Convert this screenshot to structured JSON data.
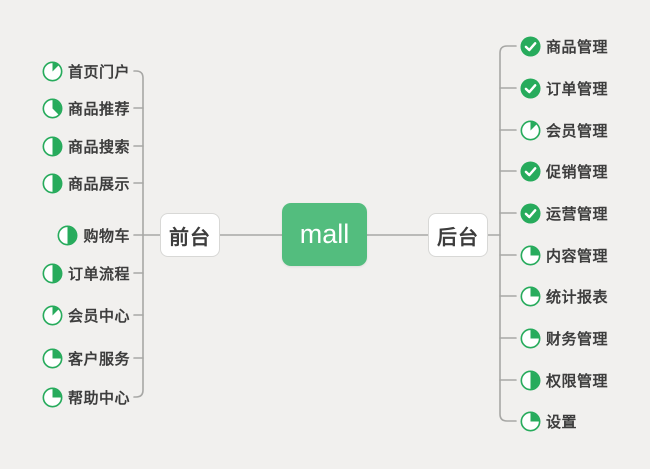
{
  "center": {
    "label": "mall"
  },
  "left_branch": {
    "label": "前台",
    "items": [
      {
        "label": "首页门户",
        "icon": "progress-1-8"
      },
      {
        "label": "商品推荐",
        "icon": "progress-3-8"
      },
      {
        "label": "商品搜索",
        "icon": "progress-1-2"
      },
      {
        "label": "商品展示",
        "icon": "progress-1-2"
      },
      {
        "label": "购物车",
        "icon": "progress-1-2"
      },
      {
        "label": "订单流程",
        "icon": "progress-1-2"
      },
      {
        "label": "会员中心",
        "icon": "progress-1-8"
      },
      {
        "label": "客户服务",
        "icon": "progress-1-4"
      },
      {
        "label": "帮助中心",
        "icon": "progress-1-4"
      }
    ]
  },
  "right_branch": {
    "label": "后台",
    "items": [
      {
        "label": "商品管理",
        "icon": "done"
      },
      {
        "label": "订单管理",
        "icon": "done"
      },
      {
        "label": "会员管理",
        "icon": "progress-1-8"
      },
      {
        "label": "促销管理",
        "icon": "done"
      },
      {
        "label": "运营管理",
        "icon": "done"
      },
      {
        "label": "内容管理",
        "icon": "progress-1-4"
      },
      {
        "label": "统计报表",
        "icon": "progress-1-4"
      },
      {
        "label": "财务管理",
        "icon": "progress-1-4"
      },
      {
        "label": "权限管理",
        "icon": "progress-1-2"
      },
      {
        "label": "设置",
        "icon": "progress-1-4"
      }
    ]
  },
  "colors": {
    "background": "#F1F0EE",
    "mall_green": "#53BD7E",
    "icon_green": "#27AB5C",
    "line": "#A7A7A5",
    "node_border": "#D8D8D6",
    "text": "#3D3D3D"
  }
}
